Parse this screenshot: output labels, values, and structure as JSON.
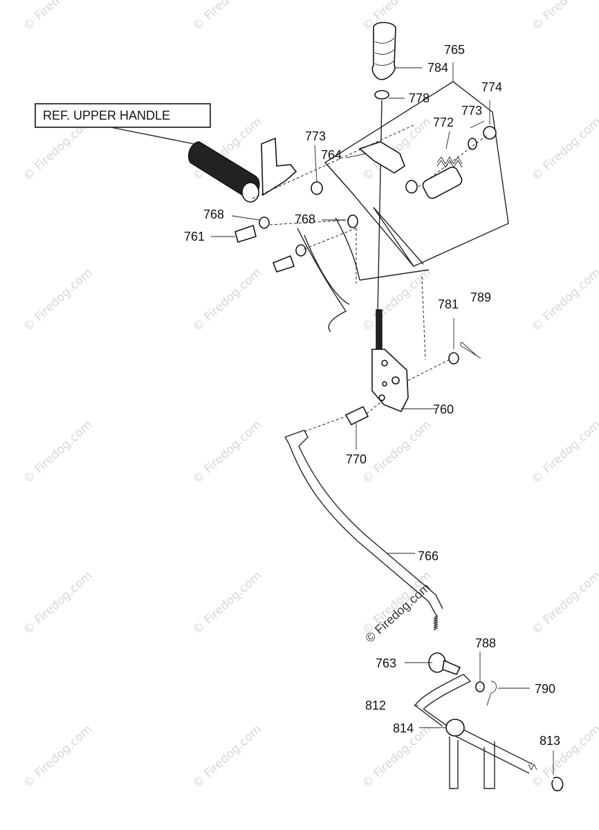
{
  "watermark": "© Firedog.com",
  "center_watermark": "© Firedog.com",
  "ref_box": "REF. UPPER HANDLE",
  "callouts": {
    "c765": "765",
    "c784": "784",
    "c774": "774",
    "c778": "778",
    "c773a": "773",
    "c772": "772",
    "c773b": "773",
    "c764": "764",
    "c768a": "768",
    "c768b": "768",
    "c761": "761",
    "c781": "781",
    "c789": "789",
    "c760": "760",
    "c770": "770",
    "c766": "766",
    "c788": "788",
    "c763": "763",
    "c790": "790",
    "c812": "812",
    "c814": "814",
    "c813": "813"
  }
}
